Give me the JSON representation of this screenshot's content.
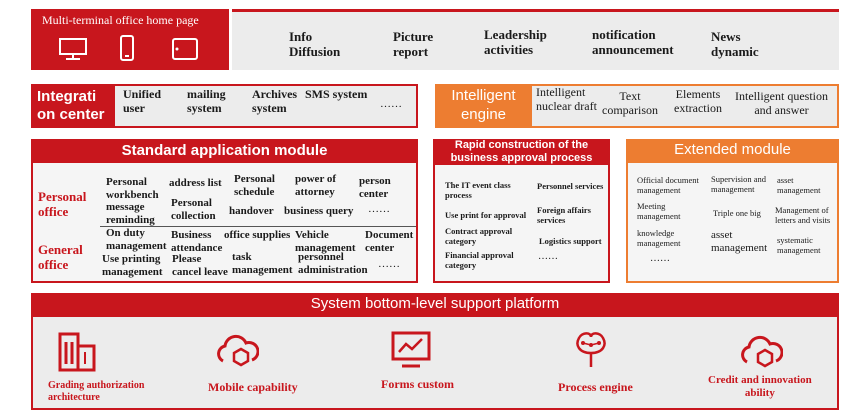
{
  "home": {
    "title": "Multi-terminal office home page",
    "nav": [
      {
        "label": "Info\nDiffusion"
      },
      {
        "label": "Picture\nreport"
      },
      {
        "label": "Leadership\nactivities"
      },
      {
        "label": "notification\nannouncement"
      },
      {
        "label": "News\ndynamic"
      }
    ],
    "icons": [
      "desktop-icon",
      "mobile-phone-icon",
      "tablet-icon"
    ]
  },
  "integration": {
    "title": "Integrati\non center",
    "items": [
      "Unified\nuser",
      "mailing\nsystem",
      "Archives\nsystem",
      "SMS system",
      "……"
    ]
  },
  "intelligent": {
    "title": "Intelligent\nengine",
    "items": [
      "Intelligent\nnuclear draft",
      "Text\ncomparison",
      "Elements\nextraction",
      "Intelligent question\nand answer"
    ]
  },
  "standard": {
    "title": "Standard application module",
    "personal_label": "Personal\noffice",
    "general_label": "General\noffice",
    "personal_items": [
      "Personal\nworkbench\nmessage\nreminding",
      "address list",
      "Personal\nschedule",
      "power of\nattorney",
      "person\ncenter",
      "Personal\ncollection",
      "handover",
      "business query",
      "……"
    ],
    "general_items": [
      "On duty\nmanagement",
      "Business\nattendance",
      "office supplies",
      "Vehicle\nmanagement",
      "Document\ncenter",
      "Use printing\nmanagement",
      "Please\ncancel leave",
      "task\nmanagement",
      "personnel\nadministration",
      "……"
    ]
  },
  "rapid": {
    "title": "Rapid construction of the\nbusiness approval process",
    "items": [
      "The IT event class\nprocess",
      "Personnel services",
      "Use print for approval",
      "Foreign affairs\nservices",
      "Contract approval\ncategory",
      "Logistics support",
      "Financial approval\ncategory",
      "……"
    ]
  },
  "extended": {
    "title": "Extended module",
    "items": [
      "Official document\nmanagement",
      "Supervision and\nmanagement",
      "asset\nmanagement",
      "Meeting\nmanagement",
      "Triple one big",
      "Management of\nletters and visits",
      "knowledge\nmanagement",
      "asset\nmanagement",
      "systematic\nmanagement",
      "……"
    ]
  },
  "support": {
    "title": "System bottom-level support platform",
    "items": [
      {
        "label": "Grading authorization\narchitecture",
        "icon": "building-icon"
      },
      {
        "label": "Mobile capability",
        "icon": "cloud-icon"
      },
      {
        "label": "Forms custom",
        "icon": "chart-form-icon"
      },
      {
        "label": "Process engine",
        "icon": "brain-process-icon"
      },
      {
        "label": "Credit and innovation\nability",
        "icon": "cloud-icon"
      }
    ]
  },
  "colors": {
    "red": "#c8161d",
    "orange": "#ed7d31",
    "gray": "#ececec"
  }
}
